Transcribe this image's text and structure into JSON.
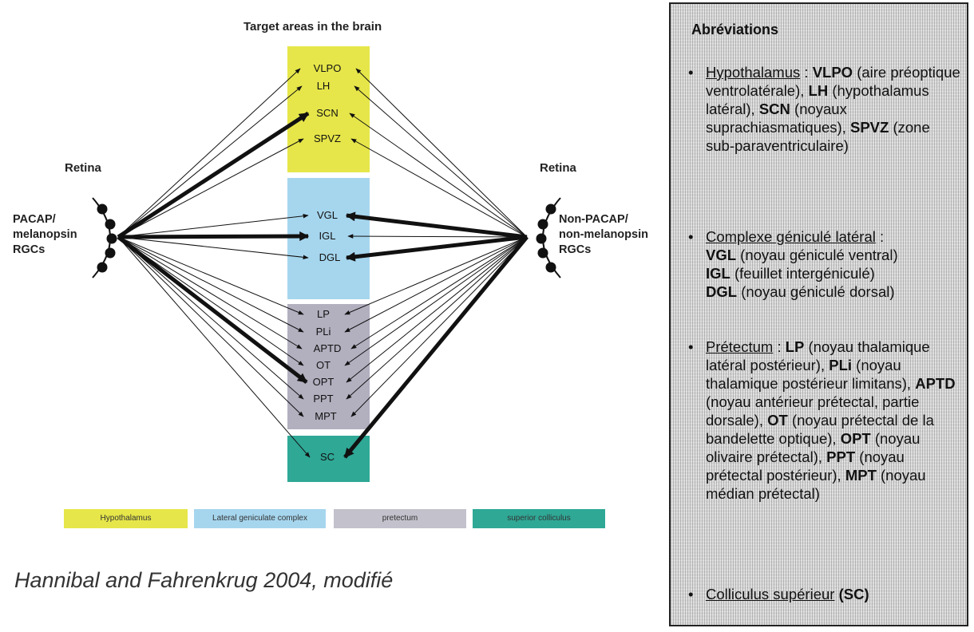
{
  "diagram": {
    "heading": "Target areas in the brain",
    "left_retina": {
      "title": "Retina",
      "label": [
        "PACAP/",
        "melanopsin",
        "RGCs"
      ]
    },
    "right_retina": {
      "title": "Retina",
      "label": [
        "Non-PACAP/",
        "non-melanopsin",
        "RGCs"
      ]
    },
    "targets": {
      "VLPO": "VLPO",
      "LH": "LH",
      "SCN": "SCN",
      "SPVZ": "SPVZ",
      "VGL": "VGL",
      "IGL": "IGL",
      "DGL": "DGL",
      "LP": "LP",
      "PLi": "PLi",
      "APTD": "APTD",
      "OT": "OT",
      "OPT": "OPT",
      "PPT": "PPT",
      "MPT": "MPT",
      "SC": "SC"
    },
    "colors": {
      "hypothalamus": "#e6e64a",
      "lateral_geniculate": "#a6d6ee",
      "pretectum": "#b2b0bf",
      "superior_colliculus": "#2fa896"
    },
    "legend": [
      {
        "label": "Hypothalamus",
        "color": "#e6e64a"
      },
      {
        "label": "Lateral geniculate complex",
        "color": "#a6d6ee"
      },
      {
        "label": "pretectum",
        "color": "#b2b0bf"
      },
      {
        "label": "superior colliculus",
        "color": "#2fa896"
      }
    ],
    "citation": "Hannibal and Fahrenkrug 2004, modifié"
  },
  "abbreviations": {
    "title": "Abréviations",
    "hypothalamus": {
      "name": "Hypothalamus",
      "sep": " : ",
      "items": [
        {
          "abbr": "VLPO",
          "desc": " (aire préoptique ventrolatérale), "
        },
        {
          "abbr": "LH",
          "desc": " (hypothalamus latéral), "
        },
        {
          "abbr": "SCN",
          "desc": " (noyaux suprachiasmatiques), "
        },
        {
          "abbr": "SPVZ",
          "desc": " (zone sub-paraventriculaire)"
        }
      ]
    },
    "lgn": {
      "name": "Complexe géniculé latéral",
      "sep": " : ",
      "items": [
        {
          "abbr": "VGL",
          "desc": " (noyau géniculé ventral)"
        },
        {
          "abbr": "IGL",
          "desc": " (feuillet intergéniculé)"
        },
        {
          "abbr": "DGL",
          "desc": " (noyau géniculé dorsal)"
        }
      ]
    },
    "pretectum": {
      "name": "Prétectum",
      "sep": " : ",
      "items": [
        {
          "abbr": "LP",
          "desc": " (noyau thalamique latéral postérieur), "
        },
        {
          "abbr": "PLi",
          "desc": " (noyau thalamique postérieur limitans), "
        },
        {
          "abbr": "APTD",
          "desc": " (noyau antérieur prétectal, partie dorsale), "
        },
        {
          "abbr": "OT",
          "desc": " (noyau prétectal de la bandelette optique), "
        },
        {
          "abbr": "OPT",
          "desc": " (noyau olivaire prétectal), "
        },
        {
          "abbr": "PPT",
          "desc": " (noyau prétectal postérieur), "
        },
        {
          "abbr": "MPT",
          "desc": " (noyau médian prétectal)"
        }
      ]
    },
    "sc": {
      "name": "Colliculus supérieur",
      "sep": " ",
      "items": [
        {
          "abbr": "(SC)",
          "desc": ""
        }
      ]
    }
  }
}
